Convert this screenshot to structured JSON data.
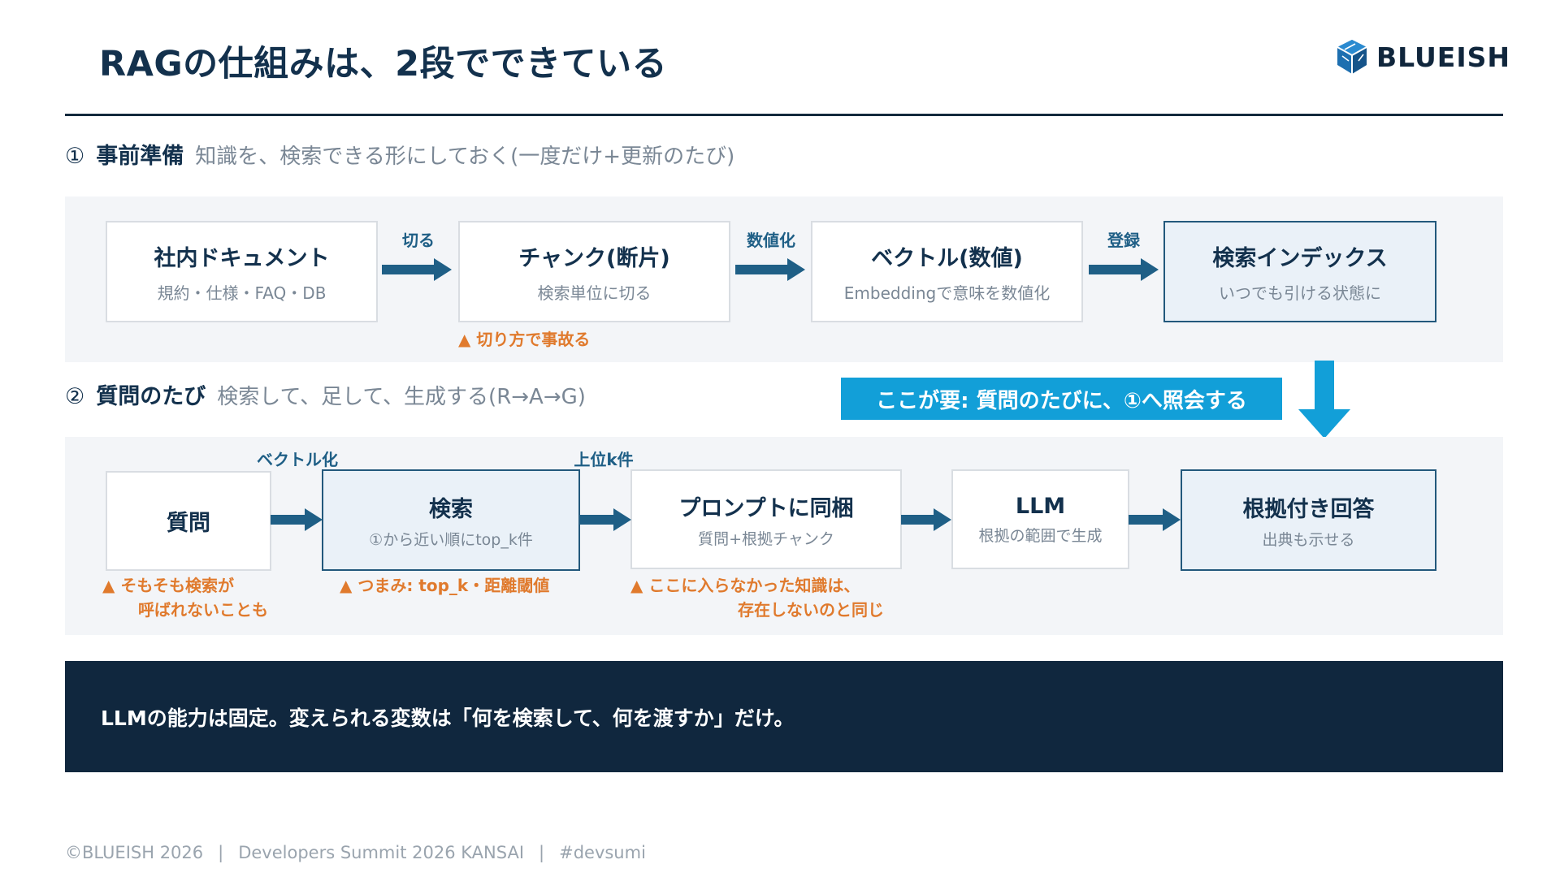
{
  "slide": {
    "title": "RAGの仕組みは、2段でできている",
    "logo_text": "BLUEISH",
    "logo_icon": "blueish-cube-logo"
  },
  "section1": {
    "num": "①",
    "title": "事前準備",
    "subtitle": "知識を、検索できる形にしておく(一度だけ+更新のたび)",
    "steps": [
      {
        "title": "社内ドキュメント",
        "sub": "規約・仕様・FAQ・DB"
      },
      {
        "title": "チャンク(断片)",
        "sub": "検索単位に切る"
      },
      {
        "title": "ベクトル(数値)",
        "sub": "Embeddingで意味を数値化"
      },
      {
        "title": "検索インデックス",
        "sub": "いつでも引ける状態に"
      }
    ],
    "arrows": [
      "切る",
      "数値化",
      "登録"
    ],
    "warning": "▲ 切り方で事故る"
  },
  "callout": {
    "text": "ここが要: 質問のたびに、①へ照会する"
  },
  "section2": {
    "num": "②",
    "title": "質問のたび",
    "subtitle": "検索して、足して、生成する(R→A→G)",
    "steps": [
      {
        "title": "質問",
        "sub": ""
      },
      {
        "title": "検索",
        "sub": "①から近い順にtop_k件"
      },
      {
        "title": "プロンプトに同梱",
        "sub": "質問+根拠チャンク"
      },
      {
        "title": "LLM",
        "sub": "根拠の範囲で生成"
      },
      {
        "title": "根拠付き回答",
        "sub": "出典も示せる"
      }
    ],
    "arrow_labels": [
      "ベクトル化",
      "上位k件"
    ],
    "warnings": [
      {
        "line1": "▲ そもそも検索が",
        "line2": "呼ばれないことも"
      },
      {
        "line1": "▲ つまみ: top_k・距離閾値",
        "line2": ""
      },
      {
        "line1": "▲ ここに入らなかった知識は、",
        "line2": "存在しないのと同じ"
      }
    ]
  },
  "banner": {
    "text": "LLMの能力は固定。変えられる変数は「何を検索して、何を渡すか」だけ。"
  },
  "footer": {
    "copyright": "©BLUEISH 2026",
    "sep": "|",
    "event": "Developers Summit 2026 KANSAI",
    "hashtag": "#devsumi"
  },
  "colors": {
    "navy": "#13314d",
    "arrow": "#1f5f86",
    "warning": "#e07a2d",
    "callout": "#129fd8",
    "banner": "#10273e"
  }
}
